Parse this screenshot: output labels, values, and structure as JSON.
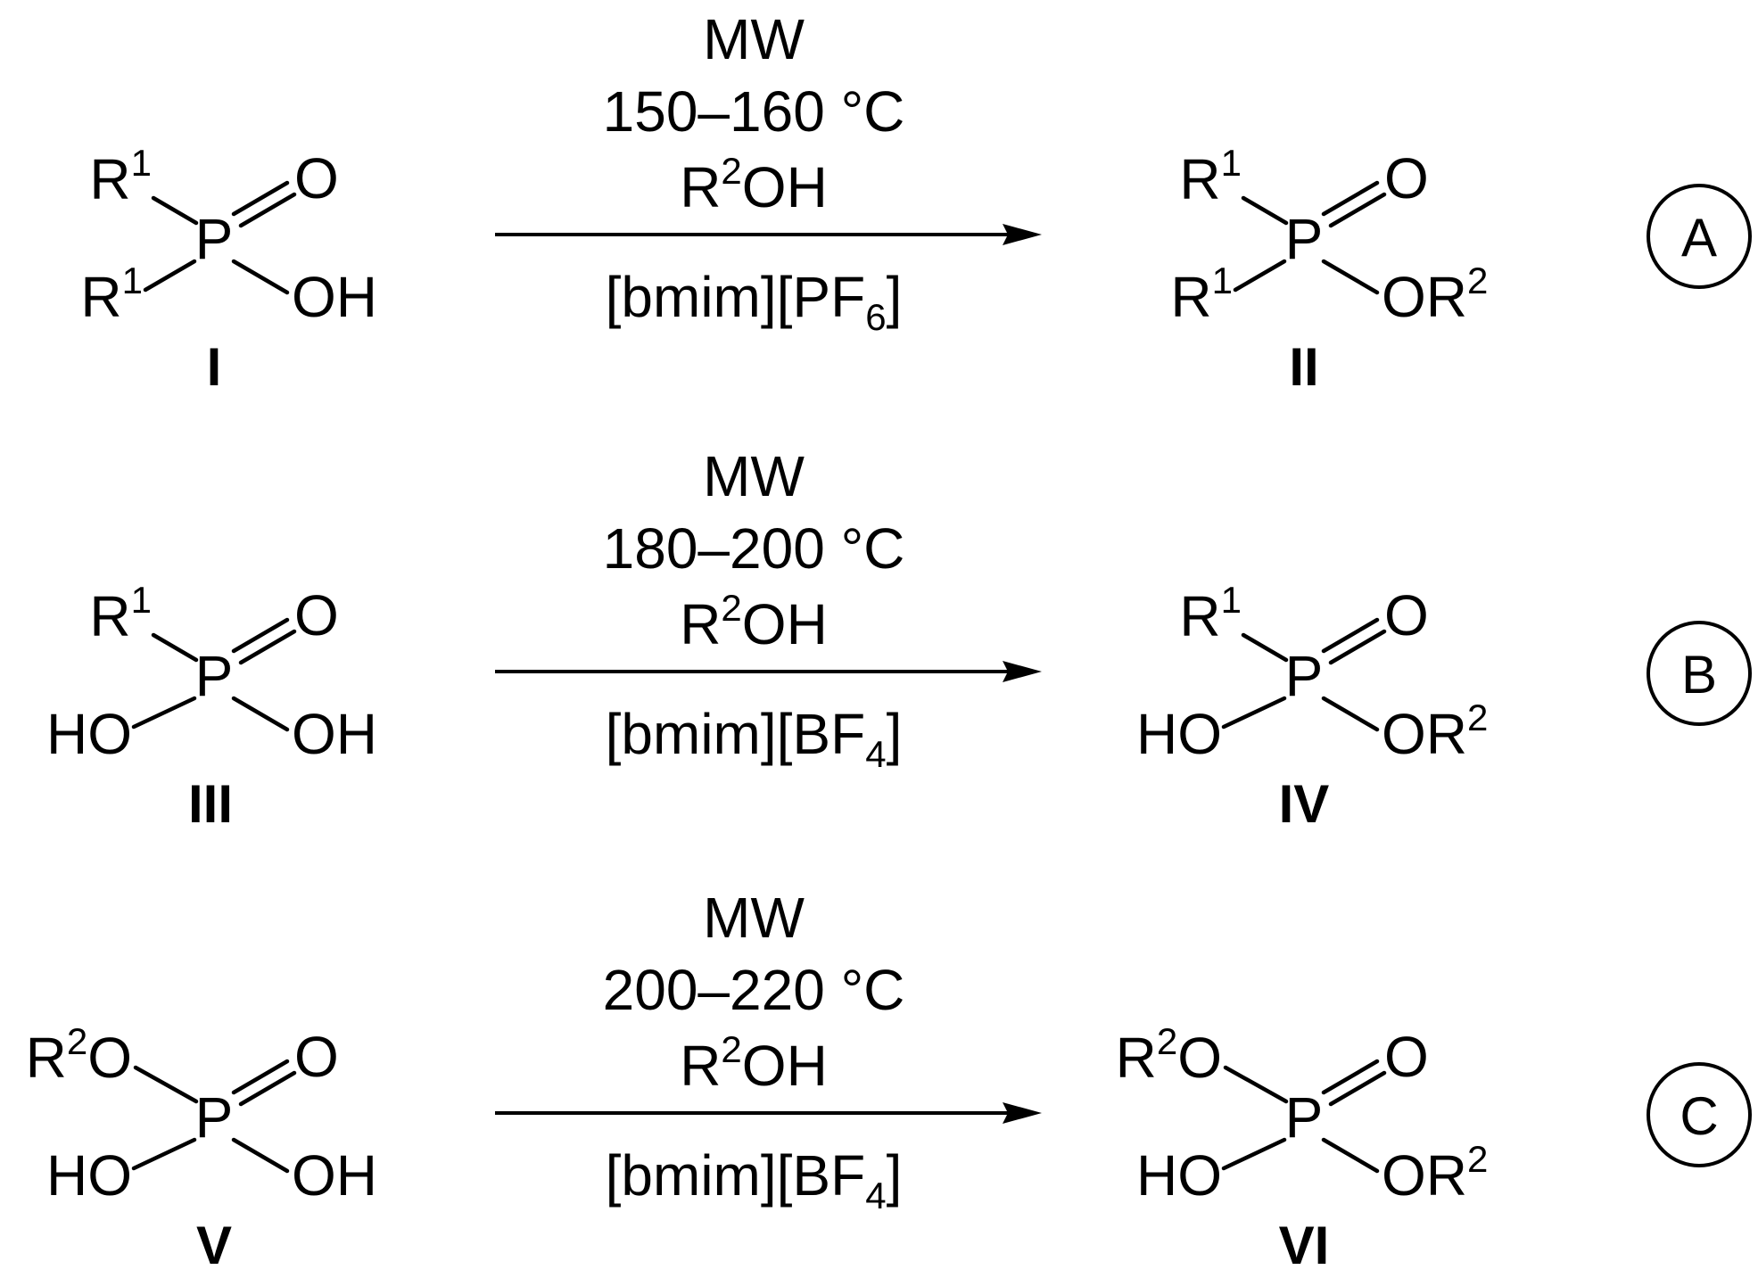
{
  "reactions": [
    {
      "tag": "A",
      "conditions": {
        "line1": "MW",
        "line2": "150–160 °C",
        "reagent_base": "R",
        "reagent_sup": "2",
        "reagent_rest": "OH",
        "solvent_base": "[bmim][PF",
        "solvent_sub": "6",
        "solvent_end": "]"
      },
      "reactant": {
        "label": "I",
        "center": "P",
        "oxo": "O",
        "top": {
          "base": "R",
          "sup": "1",
          "rest": ""
        },
        "bottom": {
          "base": "R",
          "sup": "1",
          "rest": ""
        },
        "right": {
          "base": "OH",
          "sup": "",
          "rest": ""
        }
      },
      "product": {
        "label": "II",
        "center": "P",
        "oxo": "O",
        "top": {
          "base": "R",
          "sup": "1",
          "rest": ""
        },
        "bottom": {
          "base": "R",
          "sup": "1",
          "rest": ""
        },
        "right": {
          "base": "OR",
          "sup": "2",
          "rest": ""
        }
      }
    },
    {
      "tag": "B",
      "conditions": {
        "line1": "MW",
        "line2": "180–200 °C",
        "reagent_base": "R",
        "reagent_sup": "2",
        "reagent_rest": "OH",
        "solvent_base": "[bmim][BF",
        "solvent_sub": "4",
        "solvent_end": "]"
      },
      "reactant": {
        "label": "III",
        "center": "P",
        "oxo": "O",
        "top": {
          "base": "R",
          "sup": "1",
          "rest": ""
        },
        "bottom": {
          "base": "HO",
          "sup": "",
          "rest": ""
        },
        "right": {
          "base": "OH",
          "sup": "",
          "rest": ""
        }
      },
      "product": {
        "label": "IV",
        "center": "P",
        "oxo": "O",
        "top": {
          "base": "R",
          "sup": "1",
          "rest": ""
        },
        "bottom": {
          "base": "HO",
          "sup": "",
          "rest": ""
        },
        "right": {
          "base": "OR",
          "sup": "2",
          "rest": ""
        }
      }
    },
    {
      "tag": "C",
      "conditions": {
        "line1": "MW",
        "line2": "200–220 °C",
        "reagent_base": "R",
        "reagent_sup": "2",
        "reagent_rest": "OH",
        "solvent_base": "[bmim][BF",
        "solvent_sub": "4",
        "solvent_end": "]"
      },
      "reactant": {
        "label": "V",
        "center": "P",
        "oxo": "O",
        "top": {
          "base": "R",
          "sup": "2",
          "rest": "O"
        },
        "bottom": {
          "base": "HO",
          "sup": "",
          "rest": ""
        },
        "right": {
          "base": "OH",
          "sup": "",
          "rest": ""
        }
      },
      "product": {
        "label": "VI",
        "center": "P",
        "oxo": "O",
        "top": {
          "base": "R",
          "sup": "2",
          "rest": "O"
        },
        "bottom": {
          "base": "HO",
          "sup": "",
          "rest": ""
        },
        "right": {
          "base": "OR",
          "sup": "2",
          "rest": ""
        }
      }
    }
  ]
}
